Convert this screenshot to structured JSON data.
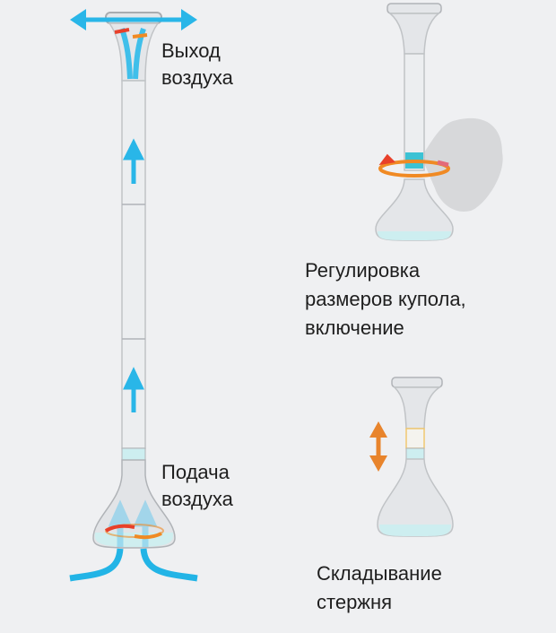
{
  "labels": {
    "air_out": [
      "Выход",
      "воздуха"
    ],
    "air_in": [
      "Подача",
      "воздуха"
    ],
    "adjust": [
      "Регулировка",
      "размеров купола,",
      "включение"
    ],
    "fold": [
      "Складывание",
      "стержня"
    ]
  },
  "colors": {
    "airflow": "#29b6e8",
    "rotate_red": "#e8402a",
    "rotate_orange": "#f08a24",
    "fold_arrow": "#e8842c",
    "body": "#e2e4e7",
    "outline": "#b9bcc0",
    "accent_cyan": "#bfe6ea"
  }
}
